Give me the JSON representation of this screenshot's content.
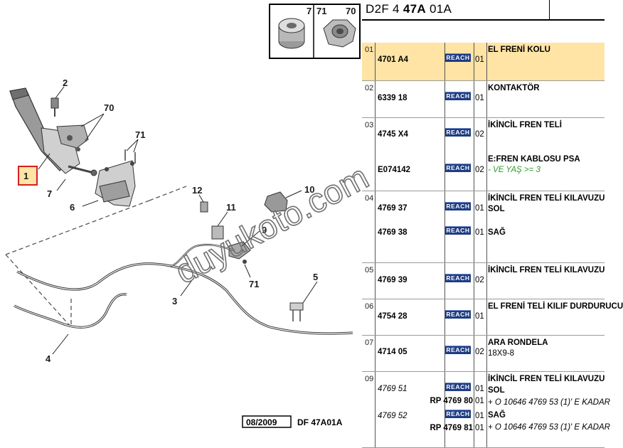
{
  "diagram": {
    "callouts": [
      "1",
      "2",
      "70",
      "71",
      "7",
      "6",
      "12",
      "11",
      "10",
      "9",
      "71",
      "3",
      "4",
      "5"
    ],
    "inset_labels": [
      "7",
      "71",
      "70"
    ],
    "footer_date": "08/2009",
    "footer_code": "DF 47A01A",
    "watermark": "duyukoto.com"
  },
  "header": {
    "code_pre": "D2F 4 ",
    "code_bold": "47A",
    "code_post": " 01A"
  },
  "reach_label": "REACH",
  "rows": [
    {
      "num": "01",
      "lines": [
        {
          "pn": "4701 A4",
          "qty": "01",
          "desc": "EL FRENİ KOLU",
          "reach": true
        }
      ]
    },
    {
      "num": "02",
      "lines": [
        {
          "pn": "6339 18",
          "qty": "01",
          "desc": "KONTAKTÖR",
          "reach": true
        }
      ]
    },
    {
      "num": "03",
      "lines": [
        {
          "pn": "4745 X4",
          "qty": "02",
          "desc": "İKİNCİL FREN TELİ",
          "reach": true
        },
        {
          "pn": "E074142",
          "qty": "02",
          "desc": "E:FREN KABLOSU PSA",
          "desc2": "- VE YAŞ >= 3",
          "reach": true
        }
      ]
    },
    {
      "num": "04",
      "lines": [
        {
          "pn": "4769 37",
          "qty": "01",
          "desc": "İKİNCİL FREN TELİ KILAVUZU",
          "desc2": "SOL",
          "reach": true
        },
        {
          "pn": "4769 38",
          "qty": "01",
          "desc": "SAĞ",
          "reach": true
        }
      ]
    },
    {
      "num": "05",
      "lines": [
        {
          "pn": "4769 39",
          "qty": "02",
          "desc": "İKİNCİL FREN TELİ KILAVUZU",
          "reach": true
        }
      ]
    },
    {
      "num": "06",
      "lines": [
        {
          "pn": "4754 28",
          "qty": "01",
          "desc": "EL FRENİ TELİ KILIF DURDURUCU",
          "reach": true
        }
      ]
    },
    {
      "num": "07",
      "lines": [
        {
          "pn": "4714 05",
          "qty": "02",
          "desc": "ARA RONDELA",
          "desc2": "18X9-8",
          "reach": true
        }
      ]
    },
    {
      "num": "09",
      "lines": [
        {
          "pn": "4769 51",
          "qty": "01",
          "desc": "İKİNCİL FREN TELİ KILAVUZU",
          "reach": true
        },
        {
          "pn": "RP 4769 80",
          "qty": "01",
          "desc": "SOL",
          "desc2": "+ O 10646 4769 53 (1)' E KADAR",
          "reach": false
        },
        {
          "pn": "4769 52",
          "qty": "01",
          "desc": "SAĞ",
          "reach": true
        },
        {
          "pn": "RP 4769 81",
          "qty": "01",
          "desc": "+ O 10646 4769 53 (1)' E KADAR",
          "reach": false
        }
      ]
    }
  ]
}
